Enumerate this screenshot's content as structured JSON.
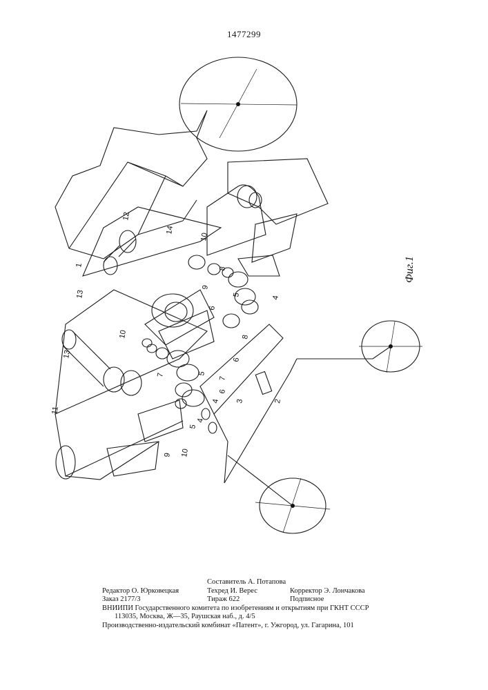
{
  "header": {
    "patent_number": "1477299"
  },
  "figure": {
    "caption": "Фиг.1",
    "labels": [
      "1",
      "2",
      "3",
      "4",
      "4",
      "4",
      "5",
      "5",
      "5",
      "6",
      "6",
      "6",
      "7",
      "7",
      "8",
      "8",
      "9",
      "9",
      "10",
      "10",
      "10",
      "11",
      "12",
      "13",
      "13",
      "14"
    ]
  },
  "imprint": {
    "compiler": "Составитель А. Потапова",
    "editor": "Редактор О. Юрковецкая",
    "techred": "Техред И. Верес",
    "corrector": "Корректор Э. Лончакова",
    "order": "Заказ 2177/3",
    "circulation": "Тираж 622",
    "subscription": "Подписное",
    "vniipi": "ВНИИПИ Государственного комитета по изобретениям и открытиям при ГКНТ СССР",
    "address": "113035, Москва, Ж—35, Раушская наб., д. 4/5",
    "publisher": "Производственно-издательский комбинат «Патент», г. Ужгород, ул. Гагарина, 101"
  }
}
